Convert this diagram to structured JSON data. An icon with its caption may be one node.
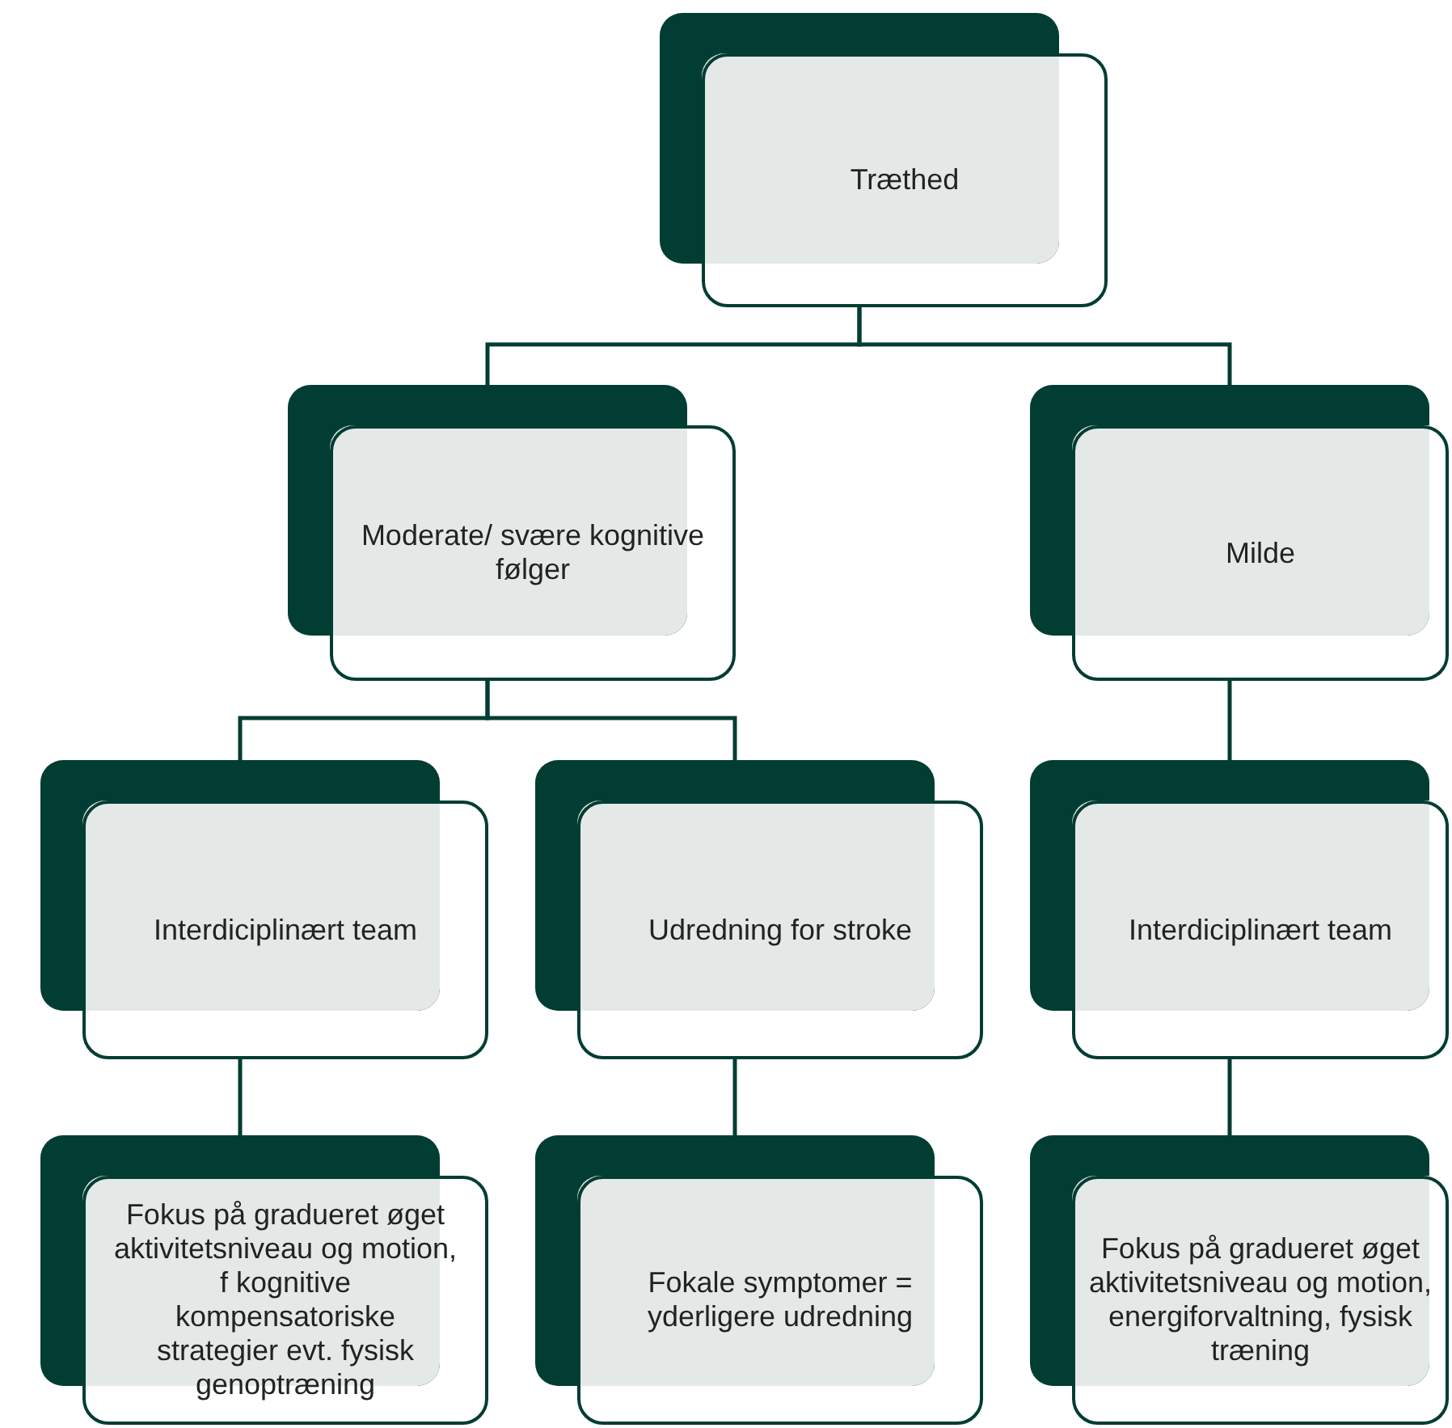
{
  "diagram": {
    "nodes": [
      {
        "text": [
          "Træthed"
        ]
      },
      {
        "text": [
          "Moderate/ svære kognitive følger"
        ]
      },
      {
        "text": [
          "Milde"
        ]
      },
      {
        "text": [
          "Interdiciplinært team"
        ]
      },
      {
        "text": [
          "Udredning for stroke"
        ]
      },
      {
        "text": [
          "Interdiciplinært team"
        ]
      },
      {
        "text": [
          "Fokus på gradueret øget aktivitetsniveau og motion, f kognitive kompensatoriske strategier evt. fysisk genoptræning"
        ]
      },
      {
        "text": [
          "Fokale symptomer = yderligere udredning"
        ]
      },
      {
        "text": [
          "Fokus på gradueret øget aktivitetsniveau og motion, energiforvaltning, fysisk træning"
        ]
      }
    ],
    "edges": [
      {
        "from": 0,
        "to": 1,
        "arrow": "none"
      },
      {
        "from": 0,
        "to": 2,
        "arrow": "none"
      },
      {
        "from": 1,
        "to": 3,
        "arrow": "none"
      },
      {
        "from": 1,
        "to": 4,
        "arrow": "none"
      },
      {
        "from": 2,
        "to": 5,
        "arrow": "none"
      },
      {
        "from": 3,
        "to": 6,
        "arrow": "none"
      },
      {
        "from": 4,
        "to": 7,
        "arrow": "none"
      },
      {
        "from": 5,
        "to": 8,
        "arrow": "none"
      }
    ]
  }
}
